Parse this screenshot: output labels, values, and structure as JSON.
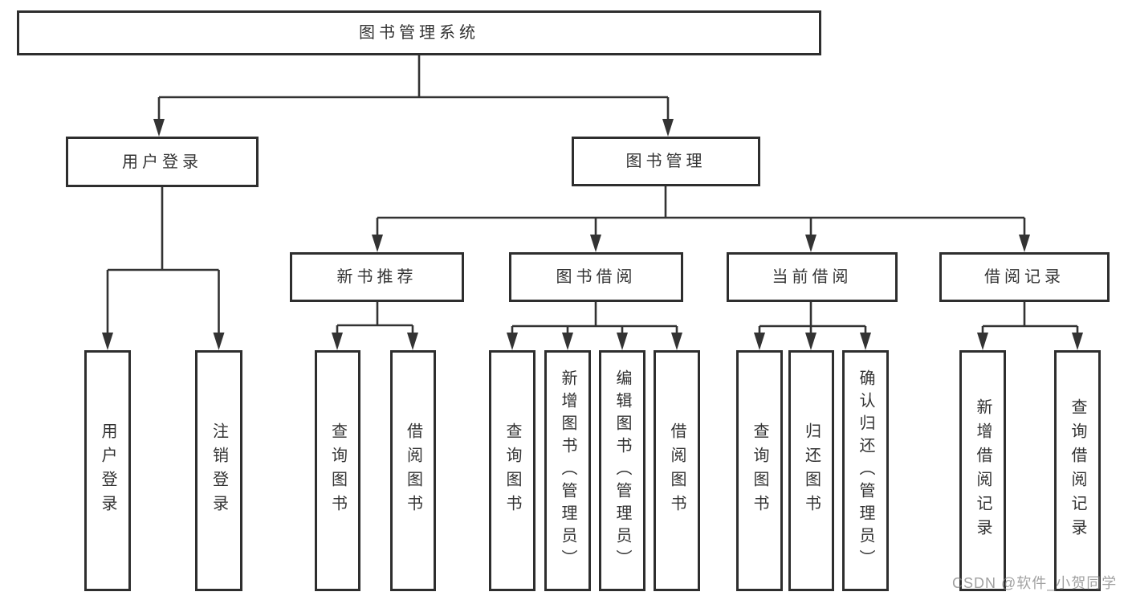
{
  "tree": {
    "label": "图书管理系统",
    "children": [
      {
        "label": "用户登录",
        "children": [
          {
            "label": "用户登录"
          },
          {
            "label": "注销登录"
          }
        ]
      },
      {
        "label": "图书管理",
        "children": [
          {
            "label": "新书推荐",
            "children": [
              {
                "label": "查询图书"
              },
              {
                "label": "借阅图书"
              }
            ]
          },
          {
            "label": "图书借阅",
            "children": [
              {
                "label": "查询图书"
              },
              {
                "label": "新增图书（管理员）"
              },
              {
                "label": "编辑图书（管理员）"
              },
              {
                "label": "借阅图书"
              }
            ]
          },
          {
            "label": "当前借阅",
            "children": [
              {
                "label": "查询图书"
              },
              {
                "label": "归还图书"
              },
              {
                "label": "确认归还（管理员）"
              }
            ]
          },
          {
            "label": "借阅记录",
            "children": [
              {
                "label": "新增借阅记录"
              },
              {
                "label": "查询借阅记录"
              }
            ]
          }
        ]
      }
    ]
  },
  "watermark": "CSDN @软件_小贺同学",
  "colors": {
    "line": "#333333",
    "box_border": "#2e2e2e",
    "box_fill": "#ffffff",
    "text": "#333333",
    "watermark": "#828282"
  }
}
